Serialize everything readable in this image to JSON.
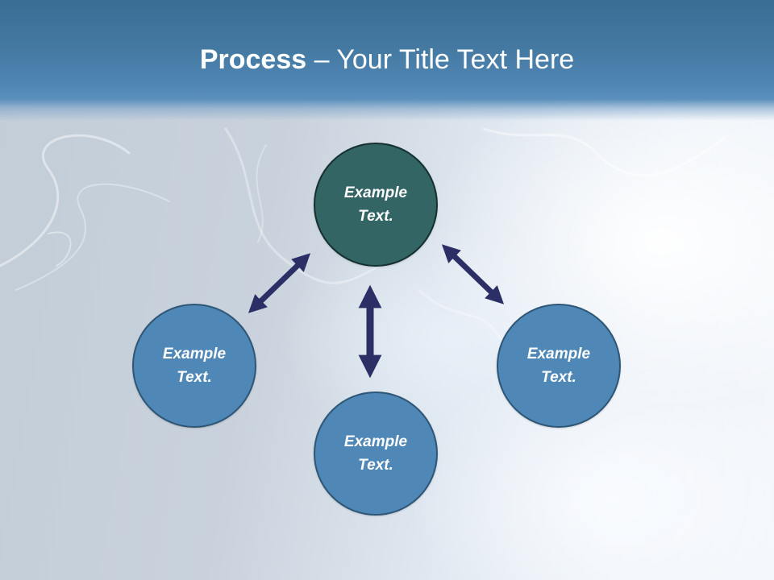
{
  "slide": {
    "title_bold": "Process",
    "title_separator": " – ",
    "title_rest": "Your Title Text Here"
  },
  "diagram": {
    "nodes": {
      "top": "Example Text.",
      "left": "Example Text.",
      "bottom": "Example Text.",
      "right": "Example Text."
    }
  },
  "colors": {
    "header": "#4479a2",
    "center_node": "#336565",
    "outer_node": "#4f87b6",
    "arrow": "#2b2f66"
  }
}
